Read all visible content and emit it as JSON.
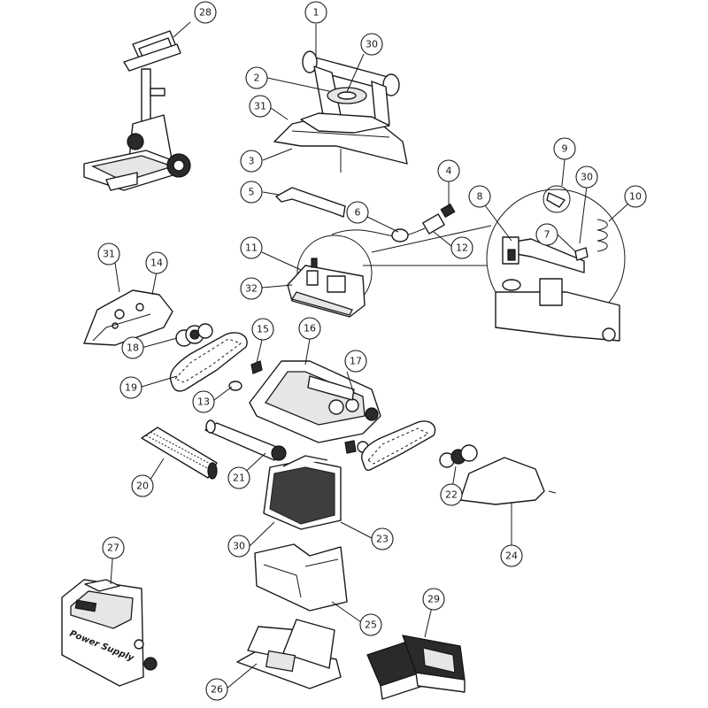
{
  "diagram": {
    "callouts": [
      {
        "id": "c1",
        "label": "1"
      },
      {
        "id": "c2",
        "label": "2"
      },
      {
        "id": "c3",
        "label": "3"
      },
      {
        "id": "c4",
        "label": "4"
      },
      {
        "id": "c5",
        "label": "5"
      },
      {
        "id": "c6",
        "label": "6"
      },
      {
        "id": "c7",
        "label": "7"
      },
      {
        "id": "c8",
        "label": "8"
      },
      {
        "id": "c9",
        "label": "9"
      },
      {
        "id": "c10",
        "label": "10"
      },
      {
        "id": "c11",
        "label": "11"
      },
      {
        "id": "c12",
        "label": "12"
      },
      {
        "id": "c13",
        "label": "13"
      },
      {
        "id": "c14",
        "label": "14"
      },
      {
        "id": "c15",
        "label": "15"
      },
      {
        "id": "c16",
        "label": "16"
      },
      {
        "id": "c17",
        "label": "17"
      },
      {
        "id": "c18",
        "label": "18"
      },
      {
        "id": "c19",
        "label": "19"
      },
      {
        "id": "c20",
        "label": "20"
      },
      {
        "id": "c21",
        "label": "21"
      },
      {
        "id": "c22",
        "label": "22"
      },
      {
        "id": "c23",
        "label": "23"
      },
      {
        "id": "c24",
        "label": "24"
      },
      {
        "id": "c25",
        "label": "25"
      },
      {
        "id": "c26",
        "label": "26"
      },
      {
        "id": "c27",
        "label": "27"
      },
      {
        "id": "c28",
        "label": "28"
      },
      {
        "id": "c29",
        "label": "29"
      },
      {
        "id": "c30a",
        "label": "30"
      },
      {
        "id": "c30b",
        "label": "30"
      },
      {
        "id": "c30c",
        "label": "30"
      },
      {
        "id": "c31a",
        "label": "31"
      },
      {
        "id": "c31b",
        "label": "31"
      },
      {
        "id": "c32",
        "label": "32"
      }
    ],
    "power_supply_text": "Power Supply"
  }
}
